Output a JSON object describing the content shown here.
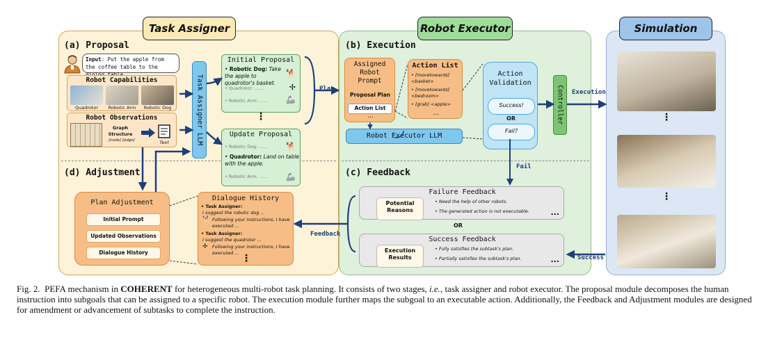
{
  "headers": {
    "task_assigner": "Task Assigner",
    "robot_executor": "Robot Executor",
    "simulation": "Simulation"
  },
  "sections": {
    "proposal": "(a) Proposal",
    "execution": "(b) Execution",
    "feedback": "(c) Feedback",
    "adjustment": "(d) Adjustment"
  },
  "input": {
    "label": "Input",
    "text": ": Put the apple from the coffee table to the dining table."
  },
  "robot_capabilities": {
    "title": "Robot Capabilities",
    "items": [
      "Quadrotor",
      "Robotic Arm",
      "Robotic Dog"
    ]
  },
  "robot_observations": {
    "title": "Robot Observations",
    "graph_label": "Graph Structure",
    "graph_sub": "[node] [edge]",
    "text_label": "Text"
  },
  "task_assigner_llm": "Task Assigner LLM",
  "initial_proposal": {
    "title": "Initial Proposal",
    "line1_bold": "Robotic Dog:",
    "line1_rest": " Take the apple to quadrotor's basket.",
    "line2": "Quadrotor: ......",
    "line3": "Robotic Arm: ......"
  },
  "update_proposal": {
    "title": "Update Proposal",
    "line1": "Robotic Dog: ......",
    "line2_bold": "Quadrotor:",
    "line2_rest": " Land on table with the apple.",
    "line3": "Robotic Arm: ......"
  },
  "plan_label": "Plan",
  "assigned_prompt": {
    "title": "Assigned Robot Prompt",
    "item1": "Proposal Plan",
    "item2": "Action List"
  },
  "action_list": {
    "title": "Action List",
    "items": [
      "[movetowards] <basket>",
      "[movetowards] <bedroom>",
      "[grab] <apple>"
    ]
  },
  "action_validation": {
    "title": "Action Validation",
    "success": "Success!",
    "or": "OR",
    "fail": "Fail?"
  },
  "controller": "Controller",
  "execution_label": "Execution",
  "robot_executor_llm": "Robot Executor LLM",
  "fail_label": "Fail",
  "failure_feedback": {
    "title": "Failure Feedback",
    "chip": "Potential Reasons",
    "bullets": [
      "Need the help of other robots.",
      "The generated action is not executable."
    ]
  },
  "or_label": "OR",
  "success_feedback": {
    "title": "Success Feedback",
    "chip": "Execution Results",
    "bullets": [
      "Fully satisfies the subtask's plan.",
      "Partially satisfies the subtask's plan."
    ]
  },
  "feedback_label": "Feedback",
  "success_label": "Success",
  "plan_adjustment": {
    "title": "Plan Adjustment",
    "items": [
      "Initial Prompt",
      "Updated Observations",
      "Dialogue History"
    ]
  },
  "dialogue_history": {
    "title": "Dialogue History",
    "speaker": "Task Assigner:",
    "msg1": "I suggest the robotic dog ...",
    "reply1": "Following your instructions, I have executed ...",
    "msg2": "I suggest the quadrotor ...",
    "reply2": "Following your instructions, I have executed ..."
  },
  "caption": {
    "fig": "Fig. 2.",
    "pre": "PEFA mechanism in ",
    "bold": "COHERENT",
    "mid": " for heterogeneous multi-robot task planning. It consists of two stages, ",
    "ie": "i.e.",
    "post": ", task assigner and robot executor. The proposal module decomposes the human instruction into subgoals that can be assigned to a specific robot. The execution module further maps the subgoal to an executable action. Additionally, the Feedback and Adjustment modules are designed for amendment or advancement of subtasks to complete the instruction."
  },
  "colors": {
    "assigner_bg": "#fdf3d8",
    "executor_bg": "#dff0dc",
    "sim_bg": "#dbe7f5",
    "llm_blue": "#7fc7ee",
    "arrow": "#1f3f7a"
  }
}
